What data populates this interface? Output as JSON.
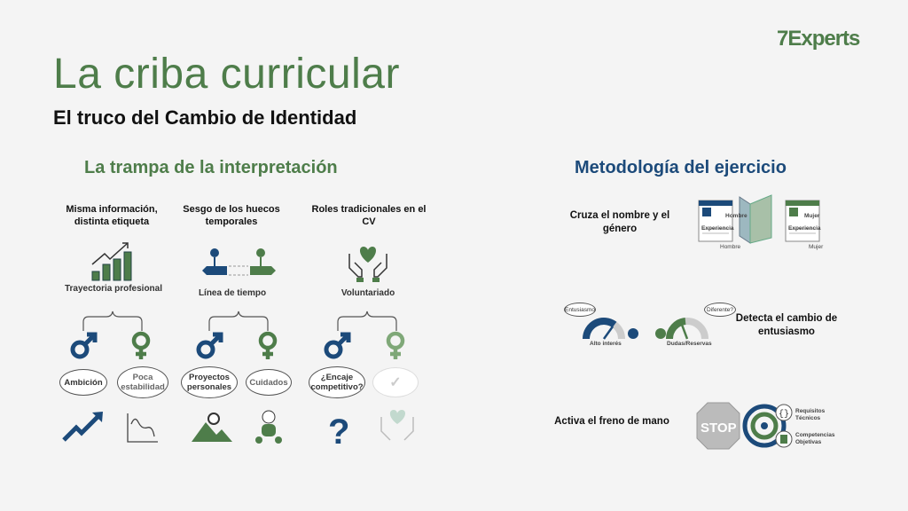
{
  "logo": "7Experts",
  "title": "La criba curricular",
  "subtitle": "El truco del Cambio de Identidad",
  "left": {
    "heading": "La trampa de la interpretación",
    "columns": [
      {
        "header": "Misma información, distinta etiqueta",
        "concept": "Trayectoria profesional",
        "male_thought": "Ambición",
        "female_thought": "Poca estabilidad"
      },
      {
        "header": "Sesgo de los huecos temporales",
        "concept": "Línea de tiempo",
        "male_thought": "Proyectos personales",
        "female_thought": "Cuidados"
      },
      {
        "header": "Roles tradicionales en el CV",
        "concept": "Voluntariado",
        "male_thought": "¿Encaje competitivo?",
        "female_thought": ""
      }
    ]
  },
  "right": {
    "heading": "Metodología del ejercicio",
    "steps": [
      {
        "text": "Cruza el nombre y el género",
        "card_male": "Hombre",
        "card_female": "Mujer",
        "card_section": "Experiencia"
      },
      {
        "text": "Detecta el cambio de entusiasmo",
        "gauge_high_thought": "Entusiasmo",
        "gauge_high_label": "Alto interés",
        "gauge_low_thought": "Diferente?",
        "gauge_low_label": "Dudas/Reservas"
      },
      {
        "text": "Activa el freno de mano",
        "stop_sign": "STOP",
        "target_label_1": "Requisitos Técnicos",
        "target_label_2": "Competencias Objetivas"
      }
    ]
  },
  "colors": {
    "green": "#4e7d4a",
    "blue": "#1c4a7a",
    "background": "#f4f4f4"
  }
}
